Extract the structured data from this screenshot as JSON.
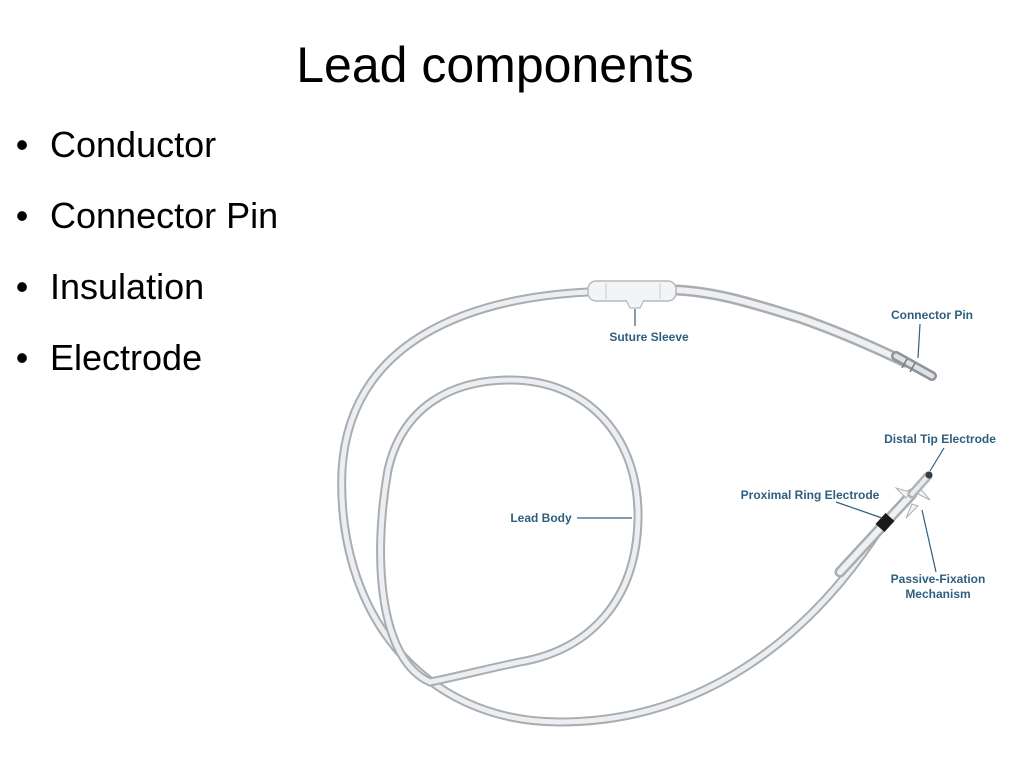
{
  "slide": {
    "title": "Lead components",
    "bullets": [
      {
        "text": "Conductor",
        "marker": "•"
      },
      {
        "text": "Connector Pin",
        "marker": "•"
      },
      {
        "text": "Insulation",
        "marker": "•"
      },
      {
        "text": "Electrode",
        "marker": "•"
      }
    ]
  },
  "diagram": {
    "labels": {
      "suture_sleeve": "Suture Sleeve",
      "connector_pin": "Connector Pin",
      "distal_tip_electrode": "Distal Tip Electrode",
      "proximal_ring_electrode": "Proximal Ring Electrode",
      "lead_body": "Lead Body",
      "passive_fixation_line1": "Passive-Fixation",
      "passive_fixation_line2": "Mechanism"
    },
    "colors": {
      "label": "#2e5f7f",
      "lead_outer": "#b9bdc1",
      "lead_inner": "#eef0f2",
      "ring_electrode": "#1a1a1a"
    }
  }
}
